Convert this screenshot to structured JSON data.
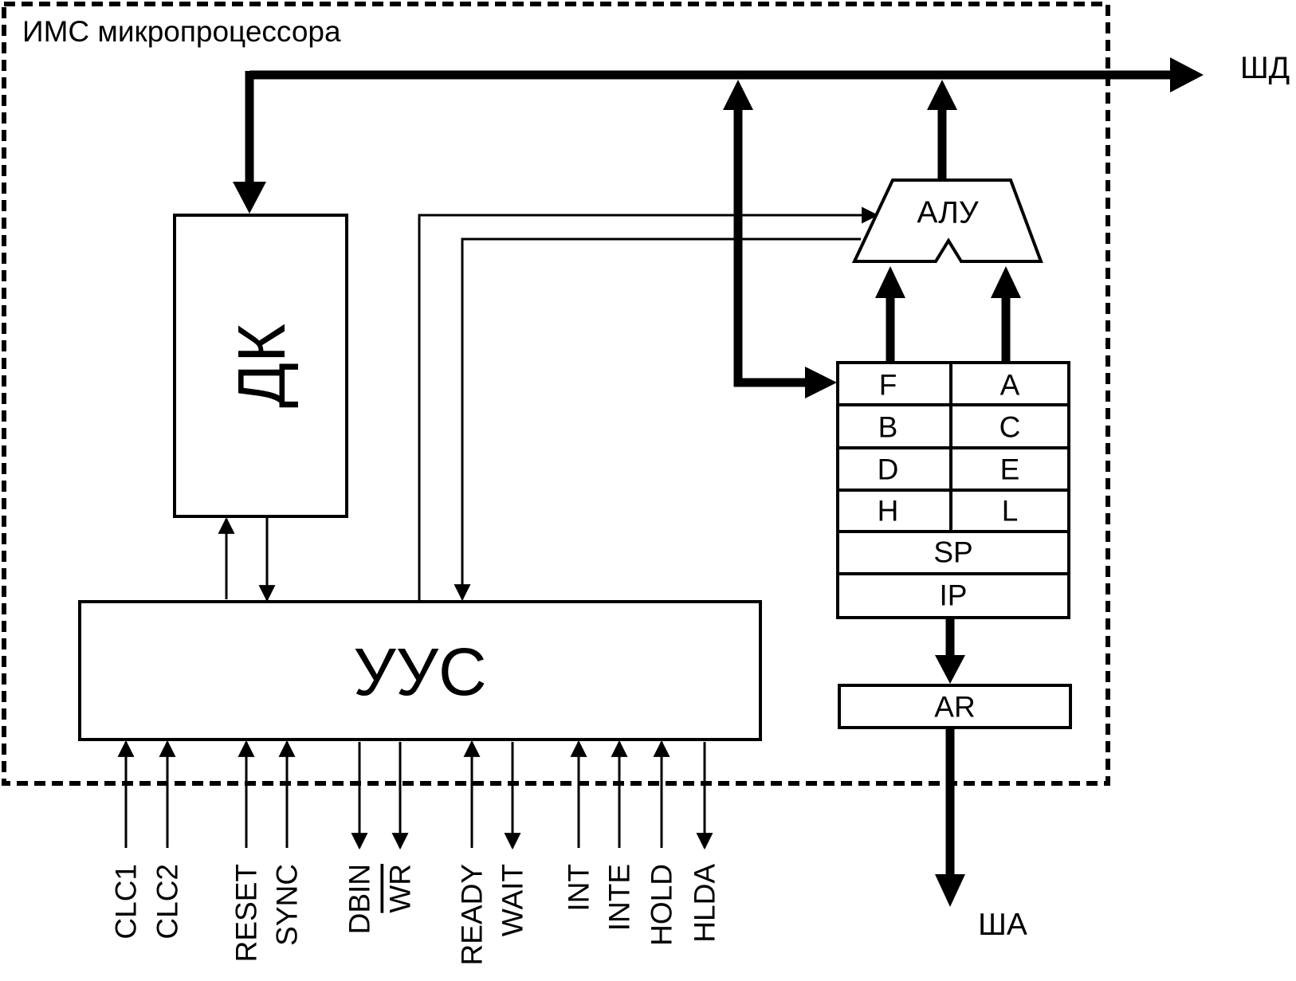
{
  "chip_label": "ИМС микропроцессора",
  "data_bus_label": "ШД",
  "address_bus_label": "ША",
  "decoder_label": "ДК",
  "control_unit_label": "УУС",
  "alu_label": "АЛУ",
  "address_register_label": "AR",
  "registers": {
    "pairs": [
      [
        "F",
        "A"
      ],
      [
        "B",
        "C"
      ],
      [
        "D",
        "E"
      ],
      [
        "H",
        "L"
      ]
    ],
    "sp": "SP",
    "ip": "IP"
  },
  "signals": [
    {
      "name": "CLC1",
      "direction": "in"
    },
    {
      "name": "CLC2",
      "direction": "in"
    },
    {
      "name": "RESET",
      "direction": "in"
    },
    {
      "name": "SYNC",
      "direction": "in"
    },
    {
      "name": "DBIN",
      "direction": "out"
    },
    {
      "name": "WR",
      "direction": "out",
      "overline": true
    },
    {
      "name": "READY",
      "direction": "in"
    },
    {
      "name": "WAIT",
      "direction": "out"
    },
    {
      "name": "INT",
      "direction": "in"
    },
    {
      "name": "INTE",
      "direction": "in"
    },
    {
      "name": "HOLD",
      "direction": "in"
    },
    {
      "name": "HLDA",
      "direction": "out"
    }
  ]
}
